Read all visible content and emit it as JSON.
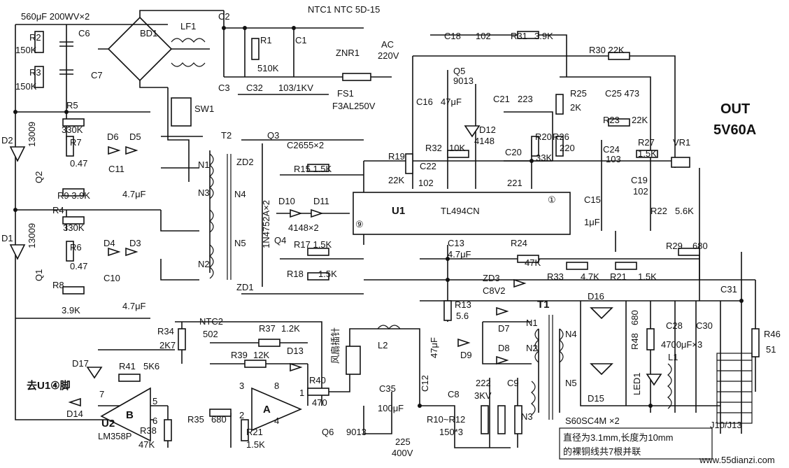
{
  "header_caps": "560μF 200WV×2",
  "labels": {
    "c6": "C6",
    "c7": "C7",
    "bd1": "BD1",
    "lf1": "LF1",
    "c2": "C2",
    "c3": "C3",
    "ntc1": "NTC1 NTC 5D-15",
    "r1": "R1",
    "r1v": "510K",
    "c1": "C1",
    "znr1": "ZNR1",
    "ac": "AC",
    "ac_v": "220V",
    "c32": "C32",
    "c32v": "103/1KV",
    "fs1": "FS1",
    "fs1v": "F3AL250V",
    "sw1": "SW1",
    "r2": "R2",
    "r2v": "150K",
    "r3": "R3",
    "r3v": "150K",
    "r5": "R5",
    "r5v": "330K",
    "d2": "D2",
    "q2v": "13009",
    "q2": "Q2",
    "r7": "R7",
    "r7v": "0.47",
    "d6": "D6",
    "d5": "D5",
    "c11": "C11",
    "c11v": "4.7μF",
    "r9": "R9 3.9K",
    "r4": "R4",
    "r4v": "330K",
    "d1": "D1",
    "q1v": "13009",
    "q1": "Q1",
    "r6": "R6",
    "r6v": "0.47",
    "d4": "D4",
    "d3": "D3",
    "r8": "R8",
    "r8v": "3.9K",
    "c10": "C10",
    "c10v": "4.7μF",
    "t2": "T2",
    "n1": "N1",
    "n3": "N3",
    "n2": "N2",
    "n4": "N4",
    "n5": "N5",
    "q3": "Q3",
    "q3v": "C2655×2",
    "zd2": "ZD2",
    "zdv": "1N4752A×2",
    "zd1": "ZD1",
    "d10": "D10",
    "d11": "D11",
    "d1011v": "4148×2",
    "q4": "Q4",
    "r15": "R15 1.5K",
    "r17": "R17 1.5K",
    "r18": "R18",
    "r18v": "1.5K",
    "c18": "C18",
    "c18v": "102",
    "r31": "R31",
    "r31v": "3.9K",
    "r30": "R30 22K",
    "q5": "Q5",
    "q5v": "9013",
    "c16": "C16",
    "c16v": "47μF",
    "d12": "D12",
    "d12v": "4148",
    "c21": "C21",
    "c21v": "223",
    "r25": "R25",
    "r25v": "2K",
    "c25": "C25 473",
    "r23": "R23",
    "r23v": "22K",
    "r19": "R19",
    "r19v": "22K",
    "r32": "R32",
    "r32v": "10K",
    "c22": "C22",
    "c22v": "102",
    "c20": "C20",
    "c20v": "221",
    "r20": "R20",
    "r20v": "33K",
    "r26": "R26",
    "r26v": "220",
    "c24": "C24",
    "c24v": "103",
    "r27": "R27",
    "r27v": "1.5K",
    "vr1": "VR1",
    "c19": "C19",
    "c19v": "102",
    "u1": "U1",
    "u1v": "TL494CN",
    "pin1": "①",
    "pin9": "⑨",
    "c15": "C15",
    "c15v": "1μF",
    "c13": "C13",
    "c13v": "4.7μF",
    "r24": "R24",
    "r24v": "47K",
    "r22": "R22",
    "r22v": "5.6K",
    "r29": "R29",
    "r29v": "680",
    "zd3": "ZD3",
    "zd3v": "C8V2",
    "r33": "R33",
    "r33v": "4.7K",
    "r21a": "R21",
    "r21av": "1.5K",
    "out": "OUT",
    "out_v": "5V60A",
    "c31": "C31",
    "r46": "R46",
    "r46v": "51",
    "t1": "T1",
    "r13": "R13",
    "r13v": "5.6",
    "d7": "D7",
    "d8": "D8",
    "d9": "D9",
    "n1b": "N1",
    "n2b": "N2",
    "n3b": "N3",
    "n4b": "N4",
    "n5b": "N5",
    "d16": "D16",
    "d15": "D15",
    "s60": "S60SC4M ×2",
    "r48": "R48",
    "r48v": "680",
    "led1": "LED1",
    "c28": "C28",
    "c30": "C30",
    "c_out": "4700μF×3",
    "l1": "L1",
    "j10": "J10/J13",
    "note1": "直径为3.1mm,长度为10mm",
    "note2": "的裸铜线共7根并联",
    "r34": "R34",
    "r34v": "2K7",
    "ntc2": "NTC2",
    "ntc2v": "502",
    "r37": "R37",
    "r37v": "1.2K",
    "r39": "R39",
    "r39v": "12K",
    "d13": "D13",
    "fan": "风扇插针",
    "l2": "L2",
    "c12": "C12",
    "c12v": "47μF",
    "d17": "D17",
    "r41": "R41",
    "r41v": "5K6",
    "to_u1": "去U1④脚",
    "d14": "D14",
    "u2": "U2",
    "u2v": "LM358P",
    "ampB": "B",
    "ampA": "A",
    "r38": "R38",
    "r38v": "47K",
    "r35": "R35",
    "r35v": "680",
    "r21b": "R21",
    "r21bv": "1.5K",
    "r40": "R40",
    "r40v": "470",
    "c35": "C35",
    "c35v": "100μF",
    "q6": "Q6",
    "q6v": "9013",
    "c8": "C8",
    "c8v": "225",
    "c8v2": "400V",
    "c9": "C9",
    "c9v": "222",
    "c9v2": "3KV",
    "r1012": "R10~R12",
    "r1012v": "150*3",
    "p7": "7",
    "p5": "5",
    "p6": "6",
    "p3": "3",
    "p8": "8",
    "p1": "1",
    "p2": "2",
    "p4": "4",
    "watermark": "www.55dianzi.com"
  }
}
